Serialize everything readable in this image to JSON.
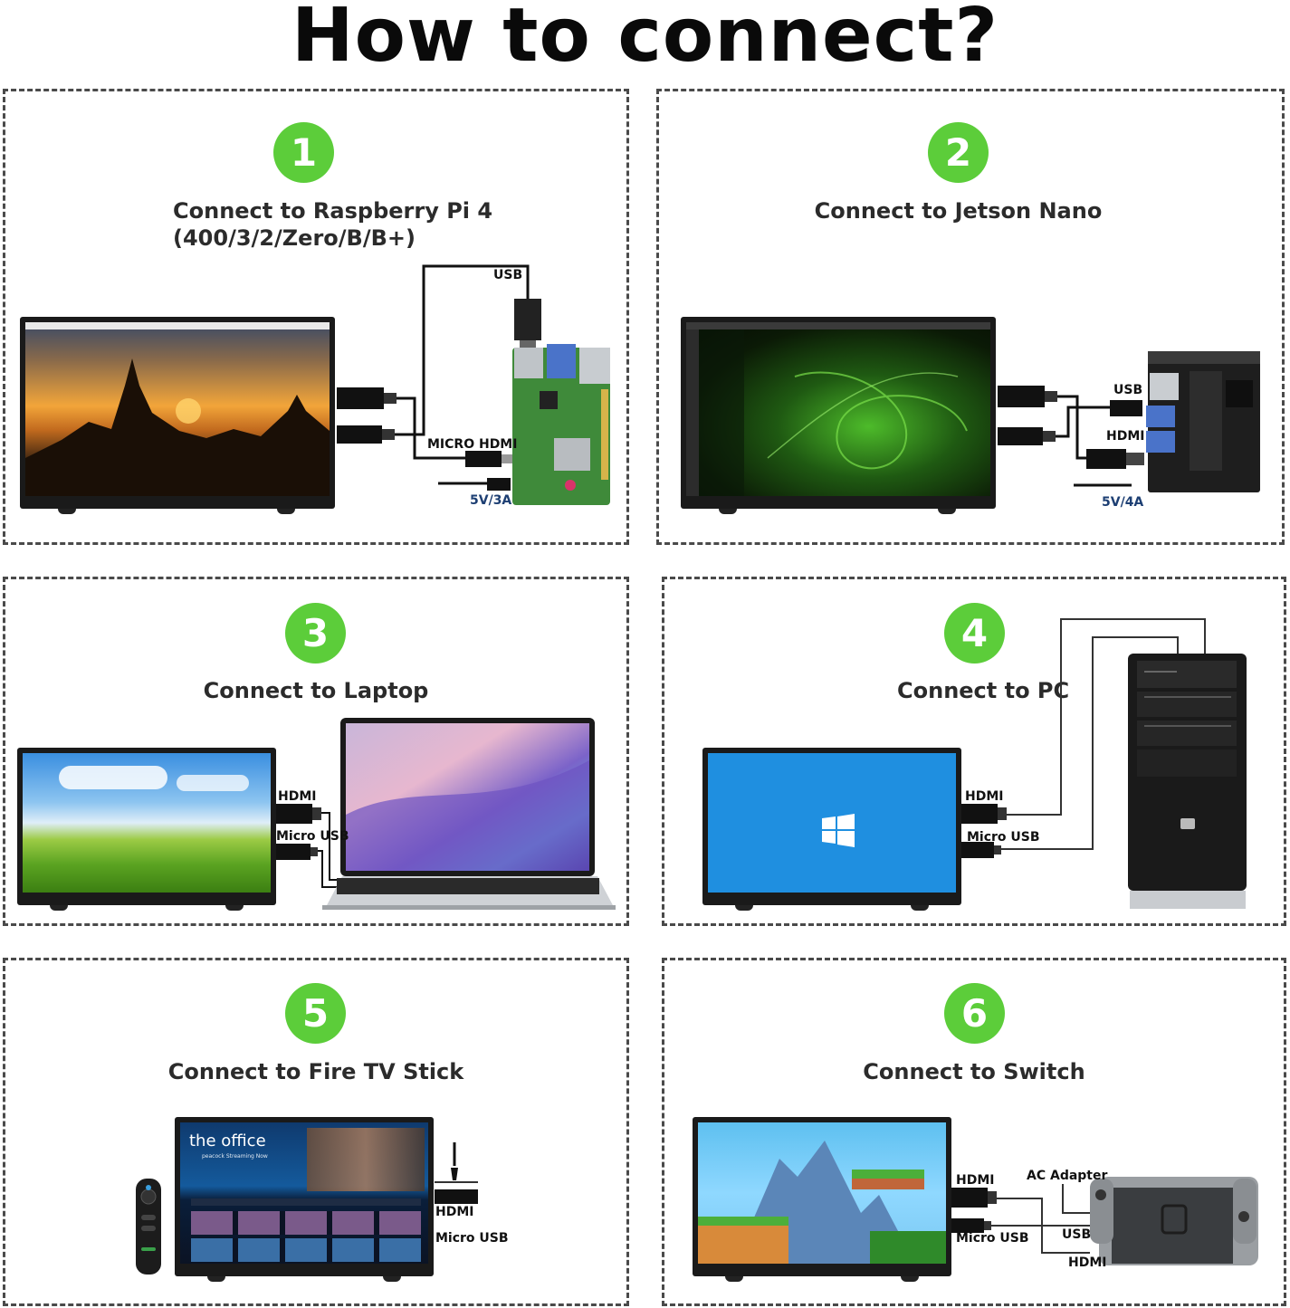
{
  "page": {
    "title": "How to connect?"
  },
  "panels": [
    {
      "number": "1",
      "title": "Connect to Raspberry Pi 4",
      "subtitle": "(400/3/2/Zero/B/B+)",
      "labels": {
        "usb": "USB",
        "micro_hdmi": "MICRO HDMI",
        "power": "5V/3A"
      }
    },
    {
      "number": "2",
      "title": "Connect to Jetson Nano",
      "labels": {
        "usb": "USB",
        "hdmi": "HDMI",
        "power": "5V/4A"
      }
    },
    {
      "number": "3",
      "title": "Connect to Laptop",
      "labels": {
        "hdmi": "HDMI",
        "micro_usb": "Micro USB"
      }
    },
    {
      "number": "4",
      "title": "Connect to PC",
      "labels": {
        "hdmi": "HDMI",
        "micro_usb": "Micro USB"
      }
    },
    {
      "number": "5",
      "title": "Connect to Fire TV Stick",
      "labels": {
        "hdmi": "HDMI",
        "micro_usb": "Micro USB"
      },
      "screen_text": {
        "show": "the office",
        "brand": "peacock Streaming Now"
      }
    },
    {
      "number": "6",
      "title": "Connect to Switch",
      "labels": {
        "hdmi_left": "HDMI",
        "micro_usb": "Micro USB",
        "ac_adapter": "AC Adapter",
        "usb": "USB",
        "hdmi_bottom": "HDMI"
      }
    }
  ],
  "colors": {
    "badge": "#5ccd3a",
    "dashed_border": "#4a4a4a",
    "label_blue": "#1d3f73"
  }
}
